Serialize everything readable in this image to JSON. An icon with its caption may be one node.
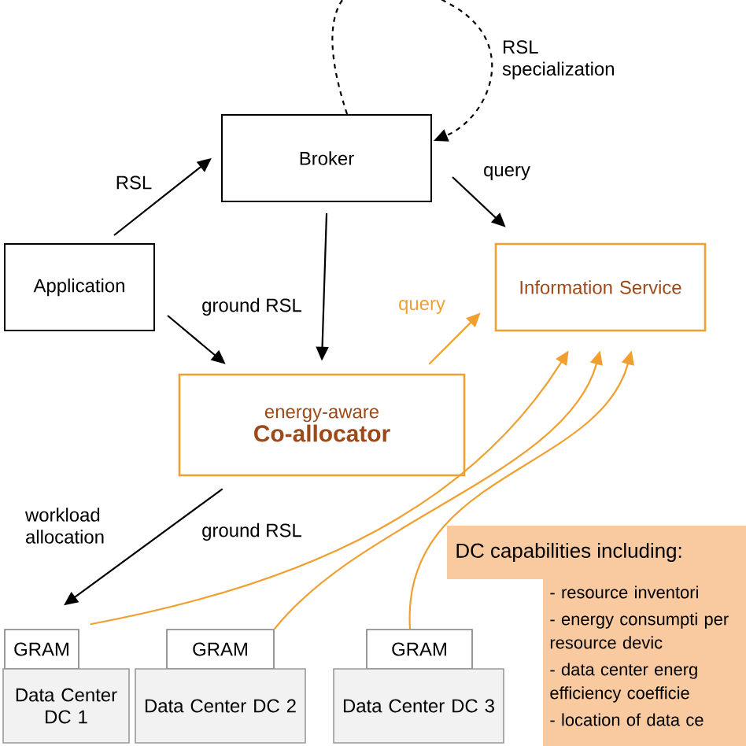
{
  "diagram": {
    "nodes": [
      {
        "text": [
          "Broker"
        ]
      },
      {
        "text": [
          "Application"
        ]
      },
      {
        "text": [
          "Information Service"
        ]
      },
      {
        "text": [
          "energy-aware",
          "Co-allocator"
        ]
      },
      {
        "text": [
          "DC capabilities including:",
          "- resource inventori",
          "- energy consumpti per resource devic",
          "- data center energ efficiency coefficie",
          "- location of data ce"
        ]
      },
      {
        "text": [
          "GRAM"
        ]
      },
      {
        "text": [
          "Data Center DC 1"
        ]
      },
      {
        "text": [
          "GRAM"
        ]
      },
      {
        "text": [
          "Data Center DC 2"
        ]
      },
      {
        "text": [
          "GRAM"
        ]
      },
      {
        "text": [
          "Data Center DC 3"
        ]
      }
    ],
    "edges": [
      {
        "from": 1,
        "to": 0,
        "arrow": "to",
        "label": "RSL"
      },
      {
        "from": 1,
        "to": 3,
        "arrow": "to",
        "label": "ground RSL"
      },
      {
        "from": 0,
        "to": 3,
        "arrow": "to"
      },
      {
        "from": 0,
        "to": 2,
        "arrow": "to",
        "label": "query"
      },
      {
        "from": 0,
        "to": 0,
        "arrow": "to",
        "label": "RSL specialization",
        "style": "dashed"
      },
      {
        "from": 3,
        "to": 2,
        "arrow": "to",
        "label": "query",
        "color": "#f0a030"
      },
      {
        "from": 3,
        "to": 5,
        "arrow": "to",
        "label": "workload allocation"
      },
      {
        "from": 5,
        "to": 2,
        "arrow": "to",
        "color": "#f0a030"
      },
      {
        "from": 7,
        "to": 2,
        "arrow": "to",
        "color": "#f0a030"
      },
      {
        "from": 9,
        "to": 2,
        "arrow": "to",
        "color": "#f0a030"
      }
    ],
    "labels": [
      "ground RSL"
    ]
  }
}
